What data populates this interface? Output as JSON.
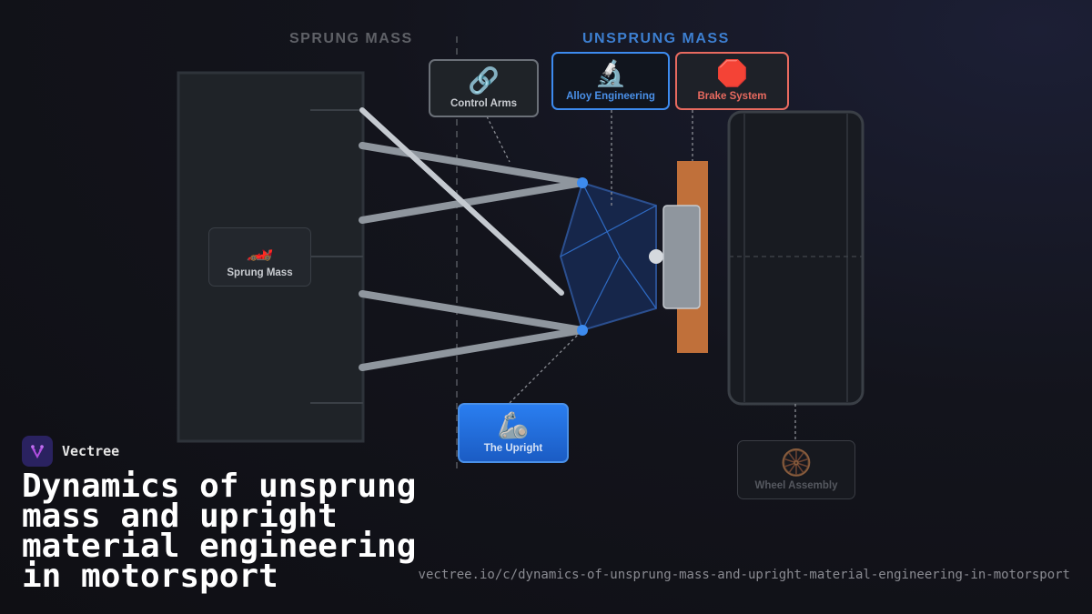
{
  "sections": {
    "sprung": "SPRUNG MASS",
    "unsprung": "UNSPRUNG MASS"
  },
  "nodes": {
    "control_arms": {
      "label": "Control Arms",
      "icon": "🔗"
    },
    "alloy": {
      "label": "Alloy Engineering",
      "icon": "🔬"
    },
    "brake": {
      "label": "Brake System",
      "icon": "🛑"
    },
    "sprung": {
      "label": "Sprung Mass",
      "icon": "🏎️"
    },
    "upright": {
      "label": "The Upright",
      "icon": "🦾"
    },
    "wheel": {
      "label": "Wheel Assembly",
      "icon": "🛞"
    }
  },
  "colors": {
    "accent_blue": "#3d8bef",
    "brake_red": "#e86a5f",
    "rotor_orange": "#c0703a",
    "upright_fill": "#2070e0"
  },
  "brand": {
    "name": "Vectree"
  },
  "title": "Dynamics of unsprung mass and upright material engineering in motorsport",
  "url": "vectree.io/c/dynamics-of-unsprung-mass-and-upright-material-engineering-in-motorsport"
}
